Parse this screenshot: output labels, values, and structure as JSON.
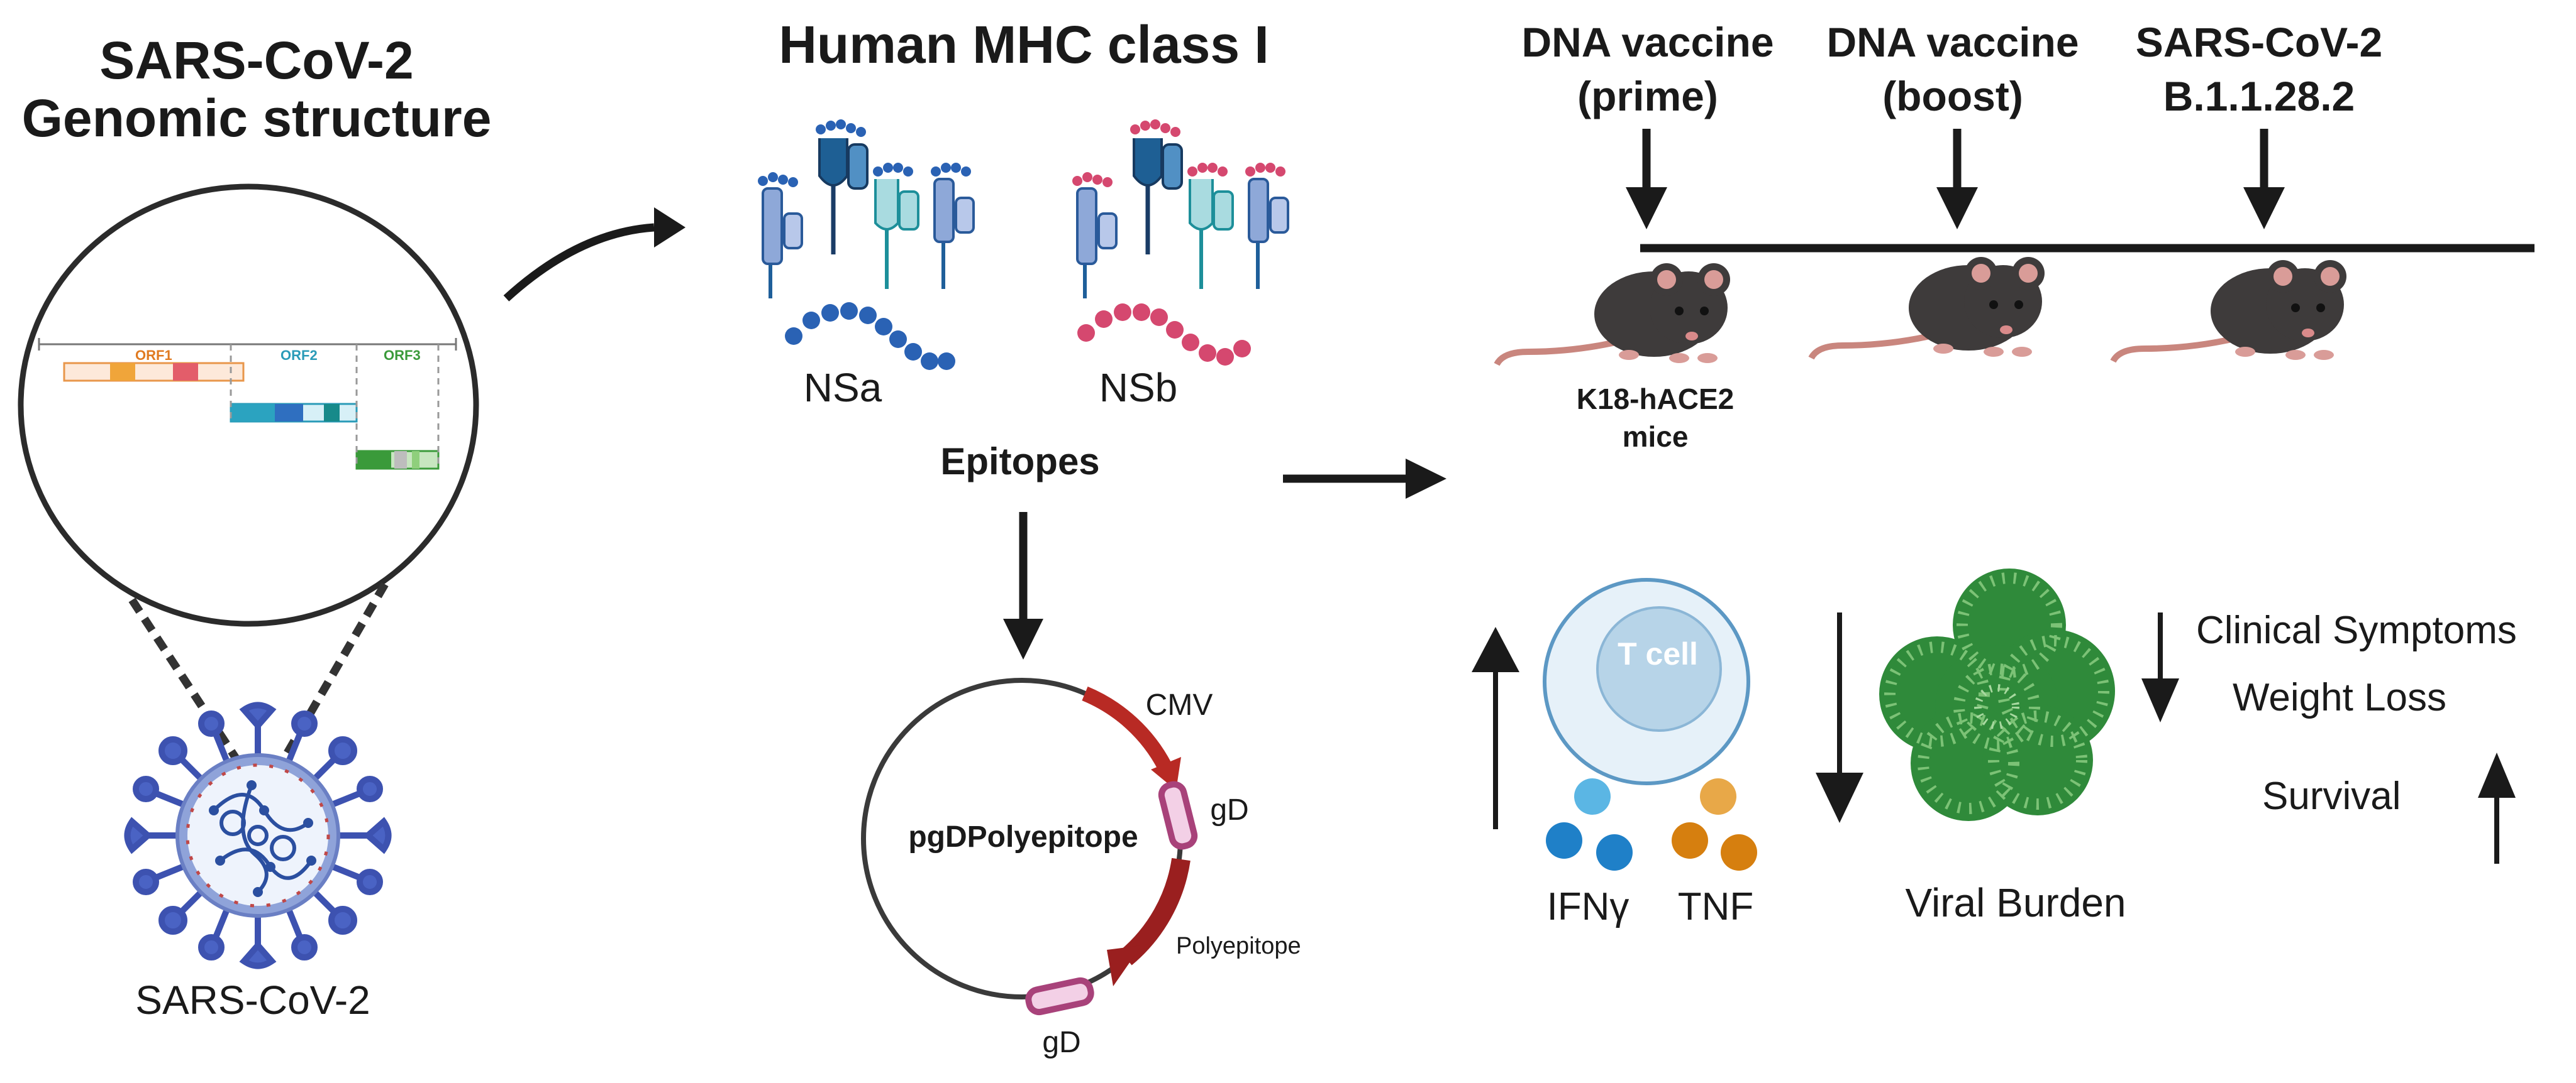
{
  "left_panel": {
    "title_line1": "SARS-CoV-2",
    "title_line2": "Genomic structure",
    "genome_labels": [
      "ORF1",
      "ORF2",
      "ORF3"
    ],
    "virus_label": "SARS-CoV-2"
  },
  "mhc_panel": {
    "title": "Human MHC class I",
    "nsa_label": "NSa",
    "nsb_label": "NSb",
    "epitopes_label": "Epitopes"
  },
  "plasmid": {
    "name": "pgDPolyepitope",
    "cmv_label": "CMV",
    "gd_label_top": "gD",
    "polyepitope_label": "Polyepitope",
    "gd_label_bottom": "gD"
  },
  "timeline": {
    "step1_line1": "DNA vaccine",
    "step1_line2": "(prime)",
    "step2_line1": "DNA vaccine",
    "step2_line2": "(boost)",
    "step3_line1": "SARS-CoV-2",
    "step3_line2": "B.1.1.28.2",
    "mice_line1": "K18-hACE2",
    "mice_line2": "mice"
  },
  "outcomes": {
    "tcell_label": "T cell",
    "ifn_label": "IFNγ",
    "tnf_label": "TNF",
    "viral_burden": "Viral Burden",
    "clinical_symptoms": "Clinical Symptoms",
    "weight_loss": "Weight Loss",
    "survival": "Survival"
  },
  "colors": {
    "ink": "#1a1a1a",
    "mhc_blue": "#2a62b4",
    "mhc_pink": "#d5486f",
    "plasmid_red": "#b82a24",
    "gd_magenta": "#a8427a",
    "tcell_blue": "#7db3d8",
    "virus_green": "#2f8a3a",
    "mouse_gray": "#3e3b3b"
  }
}
